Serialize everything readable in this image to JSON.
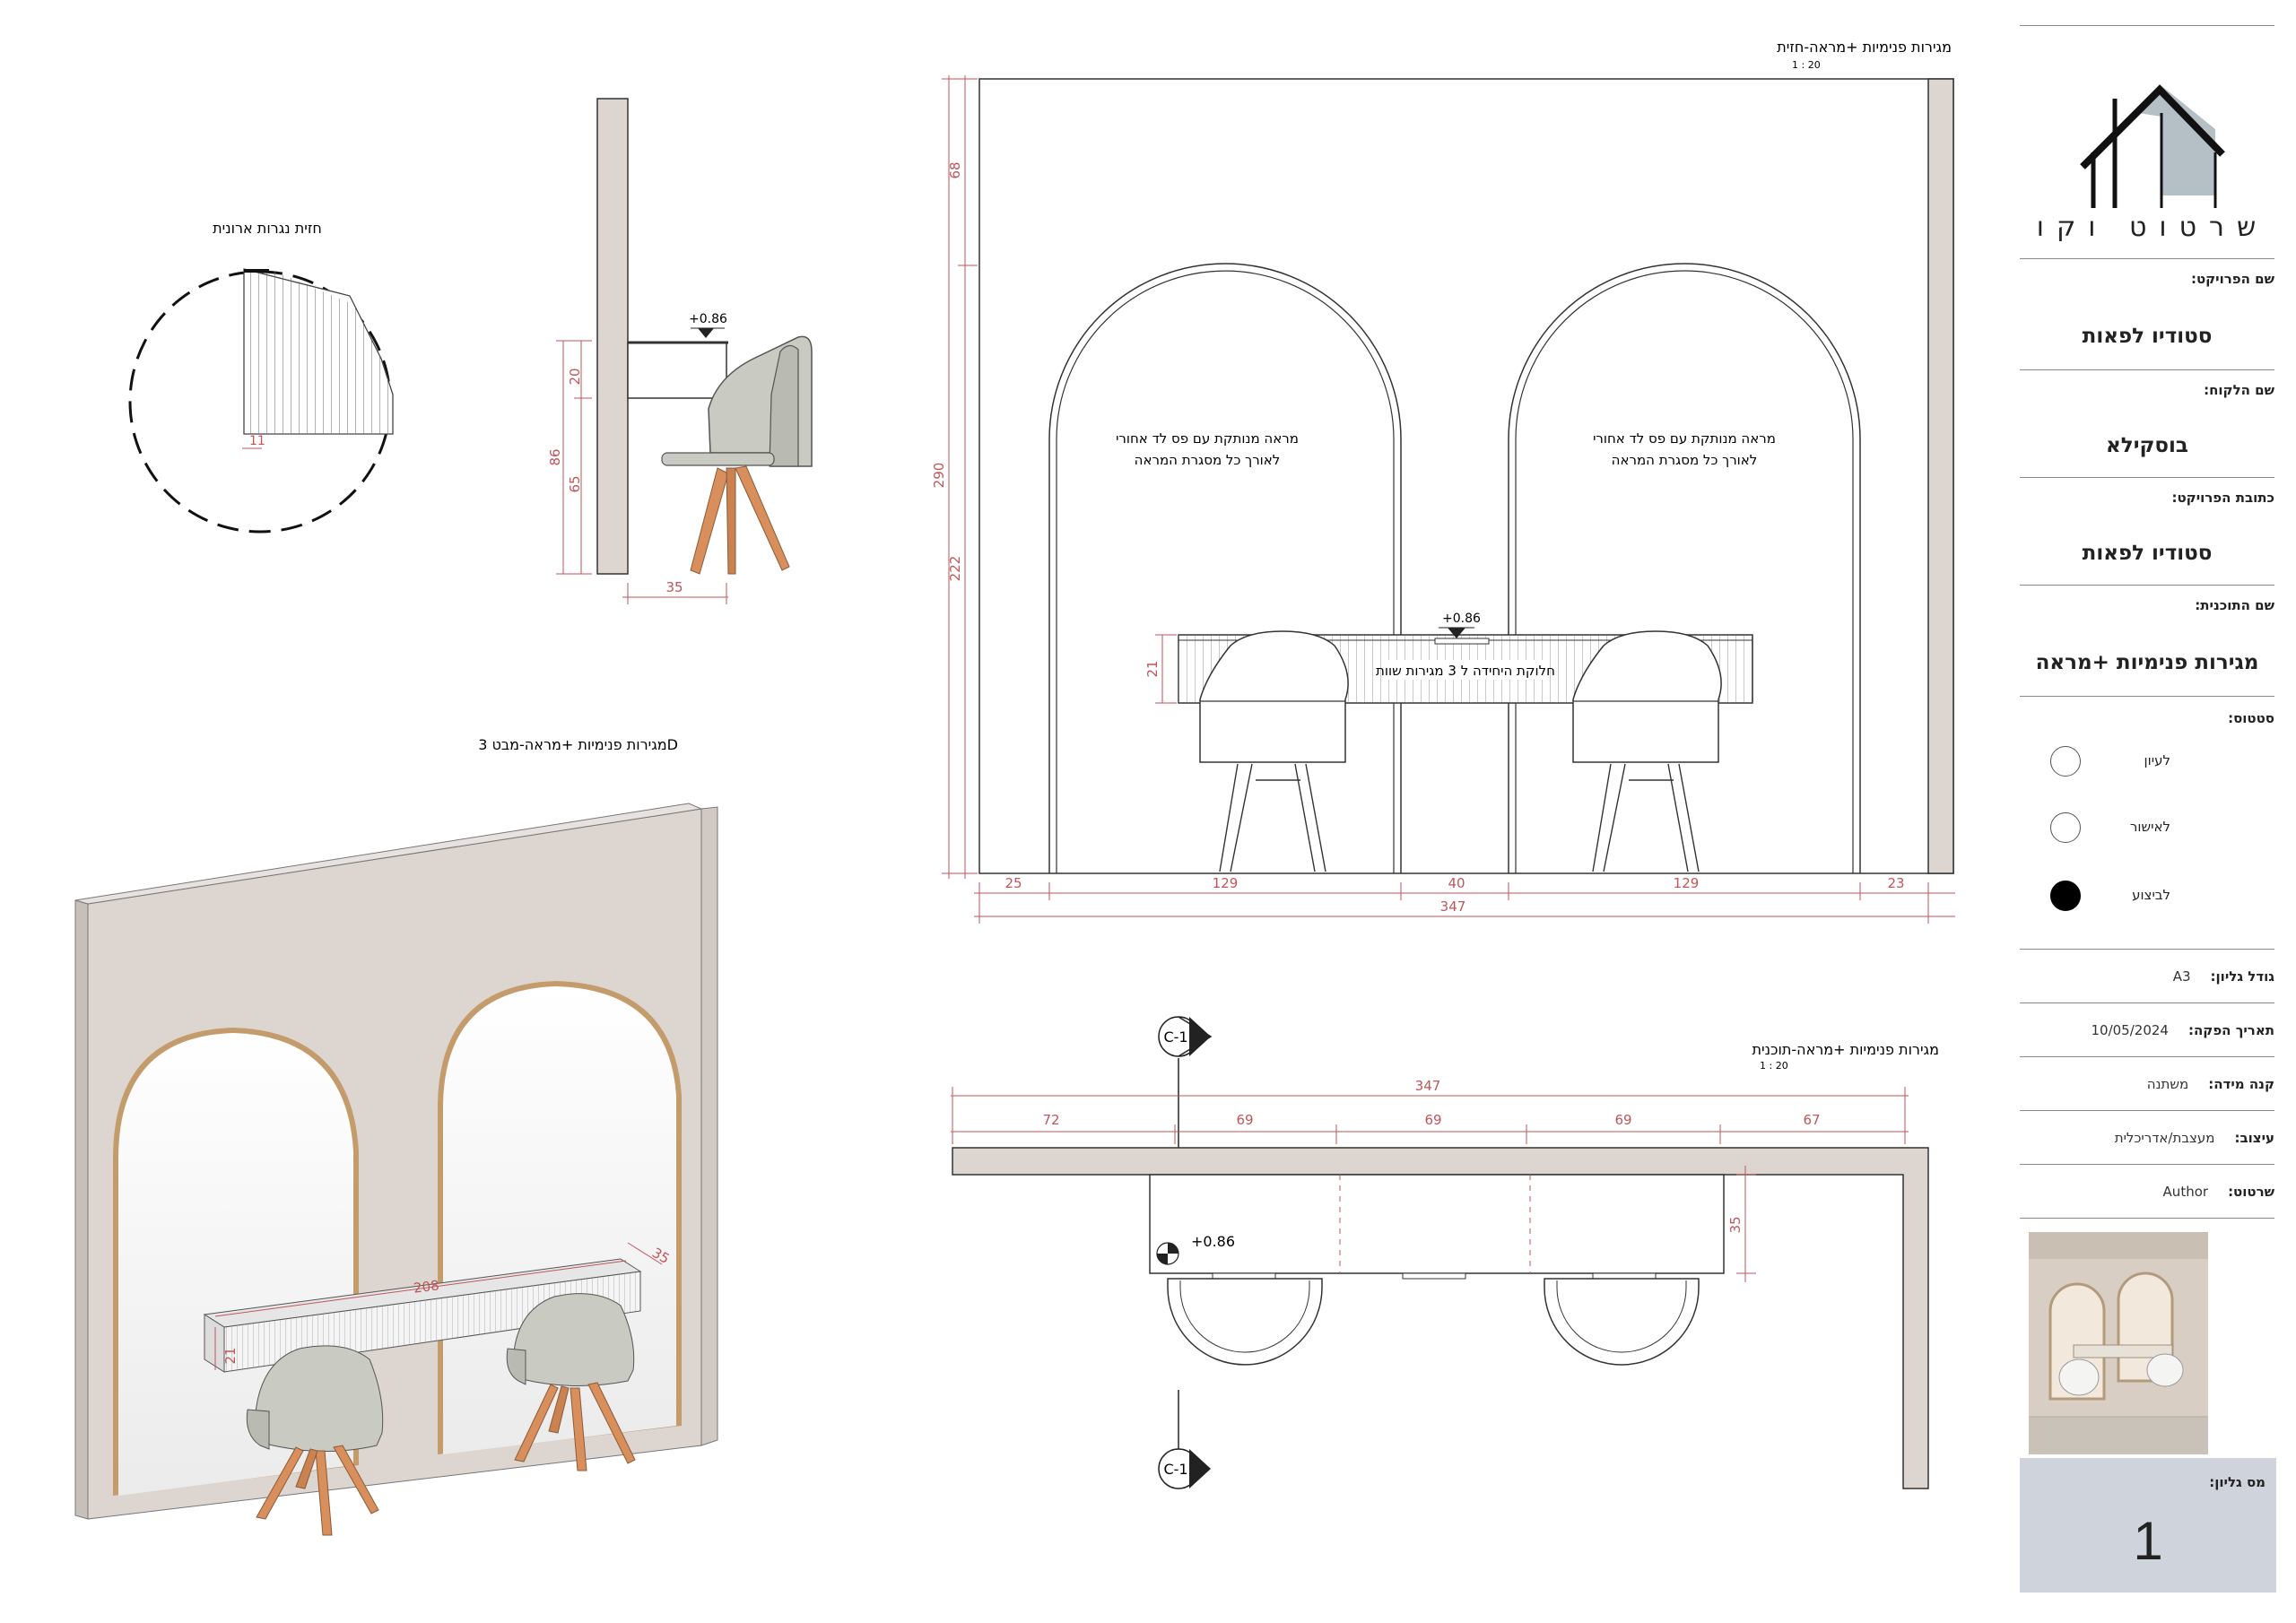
{
  "title_block": {
    "logo_text": "שרטוט וקו",
    "project_name_label": "שם הפרויקט:",
    "project_name": "סטודיו לפאות",
    "client_name_label": "שם הלקוח:",
    "client_name": "בוסקילא",
    "project_address_label": "כתובת הפרויקט:",
    "project_address": "סטודיו לפאות",
    "plan_name_label": "שם התוכנית:",
    "plan_name": "מגירות פנימיות +מראה",
    "status_label": "סטטוס:",
    "status_options": [
      {
        "label": "לעיון",
        "selected": false
      },
      {
        "label": "לאישור",
        "selected": false
      },
      {
        "label": "לביצוע",
        "selected": true
      }
    ],
    "sheet_size_label": "גודל גליון:",
    "sheet_size": "A3",
    "date_label": "תאריך הפקה:",
    "date": "10/05/2024",
    "scale_label": "קנה מידה:",
    "scale": "משתנה",
    "design_label": "עיצוב:",
    "design": "מעצבת/אדריכלית",
    "drafter_label": "שרטוט:",
    "drafter": "Author",
    "sheet_no_label": "מס גליון:",
    "sheet_no": "1"
  },
  "detail_view": {
    "title": "חזית נגרות ארונית",
    "dim": "11"
  },
  "section_view": {
    "level": "+0.86",
    "dims": [
      "20",
      "86",
      "65",
      "35"
    ]
  },
  "elevation_view": {
    "title": "מגירות פנימיות +מראה-חזית",
    "scale": "1 : 20",
    "mirror_note_line1": "מראה מנותקת עם פס לד אחורי",
    "mirror_note_line2": "לאורך כל מסגרת המראה",
    "drawer_note": "חלוקת היחידה ל 3 מגירות שוות",
    "level": "+0.86",
    "vertical_dims": [
      "68",
      "290",
      "222",
      "21"
    ],
    "bottom_dims": [
      "25",
      "129",
      "40",
      "129",
      "23"
    ],
    "total_dim": "347"
  },
  "plan_view": {
    "title": "מגירות פנימיות +מראה-תוכנית",
    "scale": "1 : 20",
    "section_tag": "C-1",
    "total_dim": "347",
    "segment_dims": [
      "72",
      "69",
      "69",
      "69",
      "67"
    ],
    "depth_dim": "35",
    "level": "+0.86"
  },
  "view_3d": {
    "title": "מגירות פנימיות +מראה-מבט 3D",
    "dims": [
      "208",
      "35",
      "21"
    ]
  },
  "colors": {
    "wall": "#dcd5d0",
    "wall_dark": "#c7bfba",
    "arch_fill": "#f2f2f2",
    "wood": "#d98f5b",
    "chair": "#c9cac1",
    "dimension": "#c0555a",
    "title_block_sheet": "#cfd4dc",
    "logo_gray": "#b5bfc6"
  }
}
